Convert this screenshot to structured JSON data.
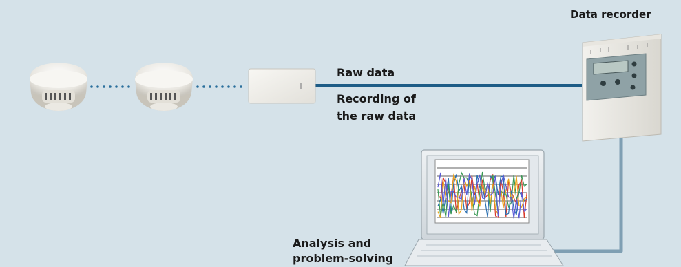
{
  "labels": {
    "data_recorder": "Data recorder",
    "raw_data": "Raw data",
    "recording_line1": "Recording of",
    "recording_line2": "the raw data",
    "analysis_line1": "Analysis and",
    "analysis_line2": "problem-solving"
  },
  "colors": {
    "background": "#d5e2e9",
    "data_line": "#1d5c86",
    "connector_cable": "#7f9fb3",
    "dotted_link": "#2a6f9c"
  },
  "graph_series_colors": [
    "#d93a2b",
    "#2a6fb0",
    "#3a9a55",
    "#e8a41d",
    "#5b5bd6"
  ]
}
